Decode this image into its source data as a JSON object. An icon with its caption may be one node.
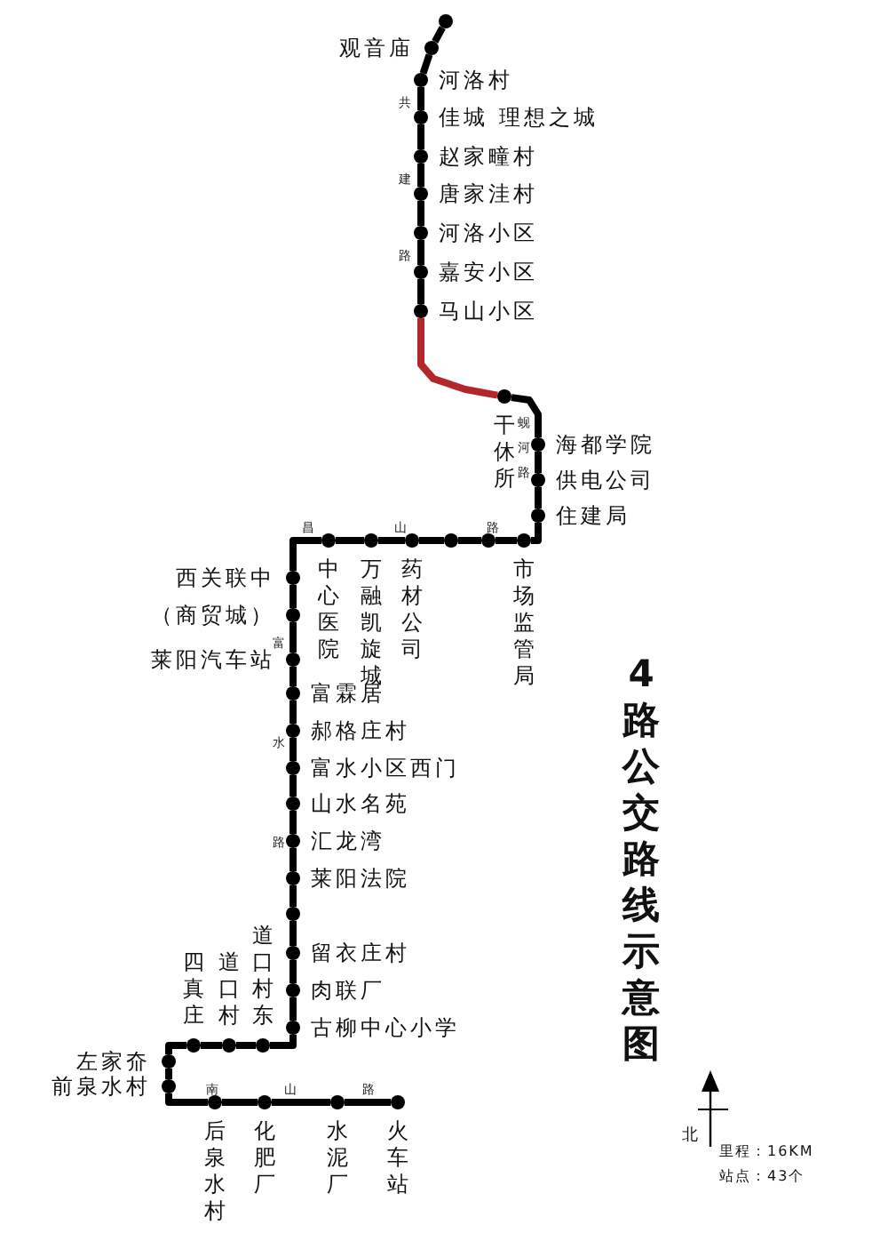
{
  "diagram": {
    "title": "4路公交路线示意图",
    "nodes": [
      {
        "text": [],
        "shape": "circle"
      },
      {
        "text": [],
        "shape": "circle",
        "beside": [
          "观音庙"
        ]
      },
      {
        "text": [],
        "shape": "circle",
        "beside": [
          "河洛村"
        ]
      },
      {
        "text": [],
        "shape": "circle",
        "beside": [
          "佳城 理想之城"
        ]
      },
      {
        "text": [],
        "shape": "circle",
        "beside": [
          "赵家疃村"
        ]
      },
      {
        "text": [],
        "shape": "circle",
        "beside": [
          "唐家洼村"
        ]
      },
      {
        "text": [],
        "shape": "circle",
        "beside": [
          "河洛小区"
        ]
      },
      {
        "text": [],
        "shape": "circle",
        "beside": [
          "嘉安小区"
        ]
      },
      {
        "text": [],
        "shape": "circle",
        "beside": [
          "马山小区"
        ]
      },
      {
        "text": [],
        "shape": "circle",
        "beside": [
          "干休所"
        ]
      },
      {
        "text": [],
        "shape": "circle",
        "beside": [
          "海都学院"
        ]
      },
      {
        "text": [],
        "shape": "circle",
        "beside": [
          "供电公司"
        ]
      },
      {
        "text": [],
        "shape": "circle",
        "beside": [
          "住建局"
        ]
      },
      {
        "text": [],
        "shape": "circle",
        "beside": [
          "市场监管局"
        ]
      },
      {
        "text": [],
        "shape": "circle"
      },
      {
        "text": [],
        "shape": "circle"
      },
      {
        "text": [],
        "shape": "circle",
        "beside": [
          "药材公司"
        ]
      },
      {
        "text": [],
        "shape": "circle",
        "beside": [
          "万融凯旋城"
        ]
      },
      {
        "text": [],
        "shape": "circle",
        "beside": [
          "中心医院"
        ]
      },
      {
        "text": [],
        "shape": "circle",
        "beside": [
          "西关联中"
        ]
      },
      {
        "text": [],
        "shape": "circle",
        "beside": [
          "（商贸城）"
        ]
      },
      {
        "text": [],
        "shape": "circle",
        "beside": [
          "莱阳汽车站"
        ]
      },
      {
        "text": [],
        "shape": "circle",
        "beside": [
          "富霖居"
        ]
      },
      {
        "text": [],
        "shape": "circle",
        "beside": [
          "郝格庄村"
        ]
      },
      {
        "text": [],
        "shape": "circle",
        "beside": [
          "富水小区西门"
        ]
      },
      {
        "text": [],
        "shape": "circle",
        "beside": [
          "山水名苑"
        ]
      },
      {
        "text": [],
        "shape": "circle",
        "beside": [
          "汇龙湾"
        ]
      },
      {
        "text": [],
        "shape": "circle",
        "beside": [
          "莱阳法院"
        ]
      },
      {
        "text": [],
        "shape": "circle"
      },
      {
        "text": [],
        "shape": "circle",
        "beside": [
          "留衣庄村"
        ]
      },
      {
        "text": [],
        "shape": "circle",
        "beside": [
          "肉联厂"
        ]
      },
      {
        "text": [],
        "shape": "circle",
        "beside": [
          "古柳中心小学"
        ]
      },
      {
        "text": [],
        "shape": "circle",
        "beside": [
          "道口村东"
        ]
      },
      {
        "text": [],
        "shape": "circle",
        "beside": [
          "道口村"
        ]
      },
      {
        "text": [],
        "shape": "circle",
        "beside": [
          "四真庄"
        ]
      },
      {
        "text": [],
        "shape": "circle",
        "beside": [
          "左家夼"
        ]
      },
      {
        "text": [],
        "shape": "circle",
        "beside": [
          "前泉水村"
        ]
      },
      {
        "text": [],
        "shape": "circle",
        "beside": [
          "后泉水村"
        ]
      },
      {
        "text": [],
        "shape": "circle",
        "beside": [
          "化肥厂"
        ]
      },
      {
        "text": [],
        "shape": "circle",
        "beside": [
          "水泥厂"
        ]
      },
      {
        "text": [],
        "shape": "circle",
        "beside": [
          "火车站"
        ]
      }
    ],
    "edges": [
      {
        "from": 0,
        "to": 1,
        "arrow": "none"
      },
      {
        "from": 1,
        "to": 2,
        "arrow": "none"
      },
      {
        "from": 2,
        "to": 3,
        "arrow": "none"
      },
      {
        "from": 3,
        "to": 4,
        "arrow": "none"
      },
      {
        "from": 4,
        "to": 5,
        "arrow": "none"
      },
      {
        "from": 5,
        "to": 6,
        "arrow": "none"
      },
      {
        "from": 6,
        "to": 7,
        "arrow": "none"
      },
      {
        "from": 7,
        "to": 8,
        "arrow": "none"
      },
      {
        "from": 8,
        "to": 9,
        "arrow": "none",
        "color": "#b3262b"
      },
      {
        "from": 9,
        "to": 10,
        "arrow": "none"
      },
      {
        "from": 10,
        "to": 11,
        "arrow": "none"
      },
      {
        "from": 11,
        "to": 12,
        "arrow": "none"
      },
      {
        "from": 12,
        "to": 13,
        "arrow": "none"
      },
      {
        "from": 13,
        "to": 14,
        "arrow": "none"
      },
      {
        "from": 14,
        "to": 15,
        "arrow": "none"
      },
      {
        "from": 15,
        "to": 16,
        "arrow": "none"
      },
      {
        "from": 16,
        "to": 17,
        "arrow": "none"
      },
      {
        "from": 17,
        "to": 18,
        "arrow": "none"
      },
      {
        "from": 18,
        "to": 19,
        "arrow": "none"
      },
      {
        "from": 19,
        "to": 20,
        "arrow": "none"
      },
      {
        "from": 20,
        "to": 21,
        "arrow": "none"
      },
      {
        "from": 21,
        "to": 22,
        "arrow": "none"
      },
      {
        "from": 22,
        "to": 23,
        "arrow": "none"
      },
      {
        "from": 23,
        "to": 24,
        "arrow": "none"
      },
      {
        "from": 24,
        "to": 25,
        "arrow": "none"
      },
      {
        "from": 25,
        "to": 26,
        "arrow": "none"
      },
      {
        "from": 26,
        "to": 27,
        "arrow": "none"
      },
      {
        "from": 27,
        "to": 28,
        "arrow": "none"
      },
      {
        "from": 28,
        "to": 29,
        "arrow": "none"
      },
      {
        "from": 29,
        "to": 30,
        "arrow": "none"
      },
      {
        "from": 30,
        "to": 31,
        "arrow": "none"
      },
      {
        "from": 31,
        "to": 32,
        "arrow": "none"
      },
      {
        "from": 32,
        "to": 33,
        "arrow": "none"
      },
      {
        "from": 33,
        "to": 34,
        "arrow": "none"
      },
      {
        "from": 34,
        "to": 35,
        "arrow": "none"
      },
      {
        "from": 35,
        "to": 36,
        "arrow": "none"
      },
      {
        "from": 36,
        "to": 37,
        "arrow": "none"
      },
      {
        "from": 37,
        "to": 38,
        "arrow": "none"
      },
      {
        "from": 38,
        "to": 39,
        "arrow": "none"
      },
      {
        "from": 39,
        "to": 40,
        "arrow": "none"
      }
    ],
    "labels": [
      "共建路",
      "蚬河路",
      "昌山路",
      "富水路",
      "南山路",
      "北",
      "里程：16KM",
      "站点：43个"
    ]
  }
}
